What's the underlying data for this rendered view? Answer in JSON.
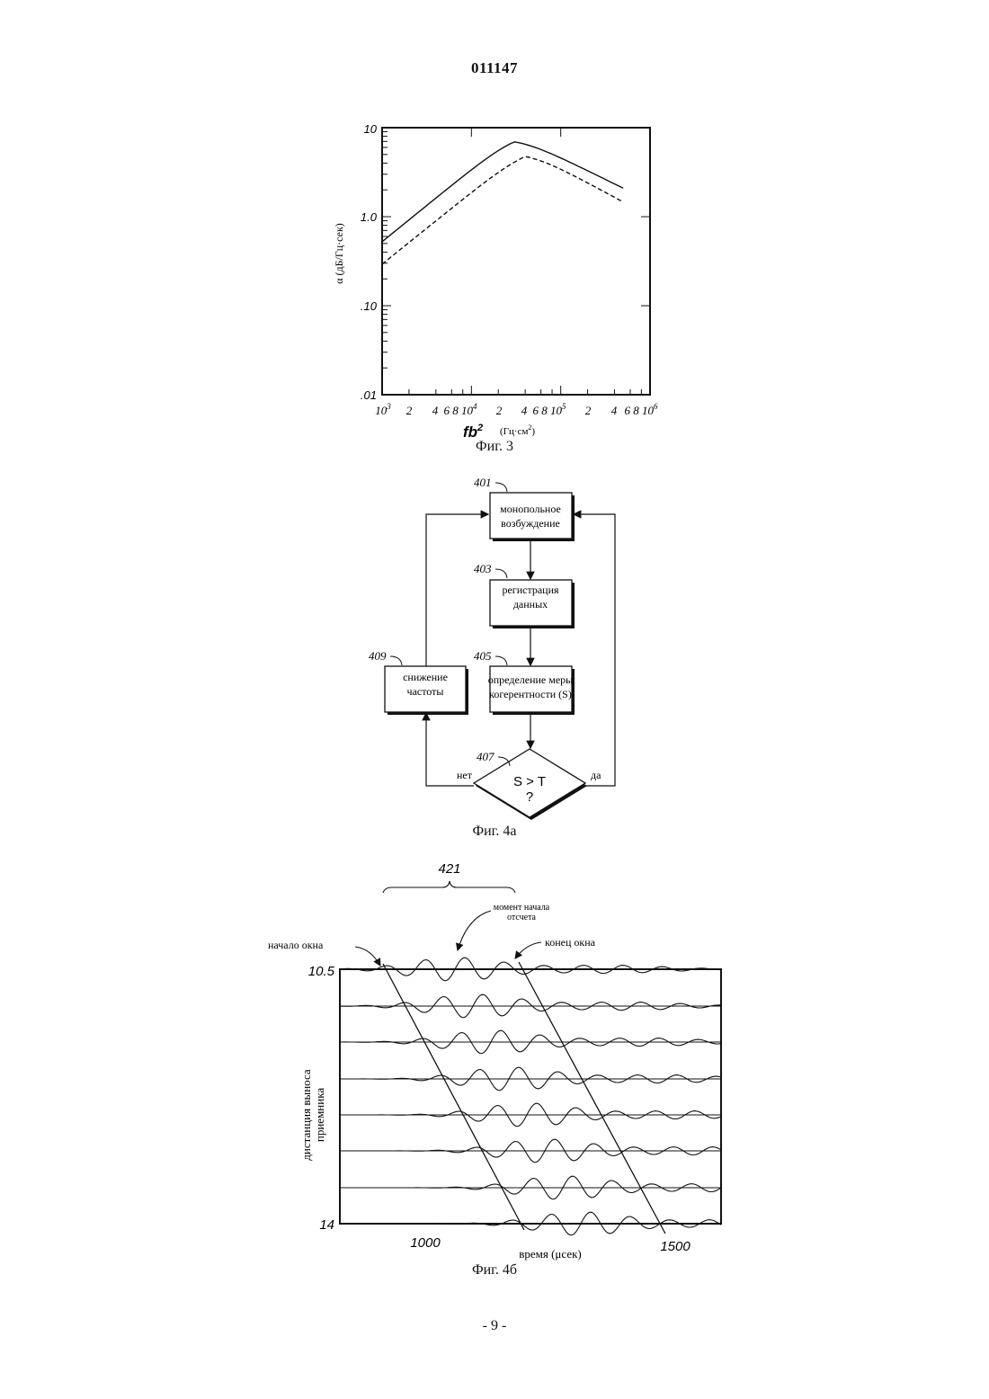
{
  "header": {
    "doc_number": "011147"
  },
  "footer": {
    "page_number": "- 9 -"
  },
  "fig3": {
    "caption": "Фиг. 3",
    "y_label": "α (дБ/Гц·сек)",
    "y_ticks": [
      "10",
      "1.0",
      ".10",
      ".01"
    ],
    "x_ticks": [
      {
        "base": "10",
        "sup": "3"
      },
      {
        "base": "2",
        "sup": ""
      },
      {
        "base": "4",
        "sup": ""
      },
      {
        "base": "6 8 10",
        "sup": "4"
      },
      {
        "base": "2",
        "sup": ""
      },
      {
        "base": "4",
        "sup": ""
      },
      {
        "base": "6 8 10",
        "sup": "5"
      },
      {
        "base": "2",
        "sup": ""
      },
      {
        "base": "4",
        "sup": ""
      },
      {
        "base": "6 8 10",
        "sup": "6"
      }
    ],
    "x_label_main": "fb",
    "x_label_sup": "2",
    "x_label_unit": "(Гц·см",
    "x_label_unit_sup": "2",
    "x_label_unit_end": ")"
  },
  "chart_data": {
    "type": "line",
    "x_scale": "log",
    "y_scale": "log",
    "xlim": [
      1000,
      1000000
    ],
    "ylim": [
      0.01,
      10
    ],
    "series": [
      {
        "style": "solid",
        "x": [
          1000,
          30000,
          500000
        ],
        "y": [
          0.5,
          8.0,
          2.0
        ]
      },
      {
        "style": "dashed",
        "x": [
          1000,
          40000,
          500000
        ],
        "y": [
          0.28,
          5.5,
          1.4
        ]
      }
    ]
  },
  "fig4a": {
    "caption": "Фиг. 4а",
    "box_401": {
      "ref": "401",
      "line1": "монопольное",
      "line2": "возбуждение"
    },
    "box_403": {
      "ref": "403",
      "line1": "регистрация",
      "line2": "данных"
    },
    "box_405": {
      "ref": "405",
      "line1": "определение меры",
      "line2": "когерентности (S)"
    },
    "box_409": {
      "ref": "409",
      "line1": "снижение",
      "line2": "частоты"
    },
    "decision_407": {
      "ref": "407",
      "line1": "S > T",
      "line2": "?"
    },
    "no_label": "нет",
    "yes_label": "да"
  },
  "fig4b": {
    "caption": "Фиг. 4б",
    "ref_421": "421",
    "label_ref_line1": "момент начала",
    "label_ref_line2": "отсчета",
    "label_window_start": "начало окна",
    "label_window_end": "конец окна",
    "y_top": "10.5",
    "y_bottom": "14",
    "y_label_line1": "дистанция выноса",
    "y_label_line2": "приемника",
    "x_tick_1000": "1000",
    "x_tick_1500": "1500",
    "x_label": "время (μсек)"
  }
}
